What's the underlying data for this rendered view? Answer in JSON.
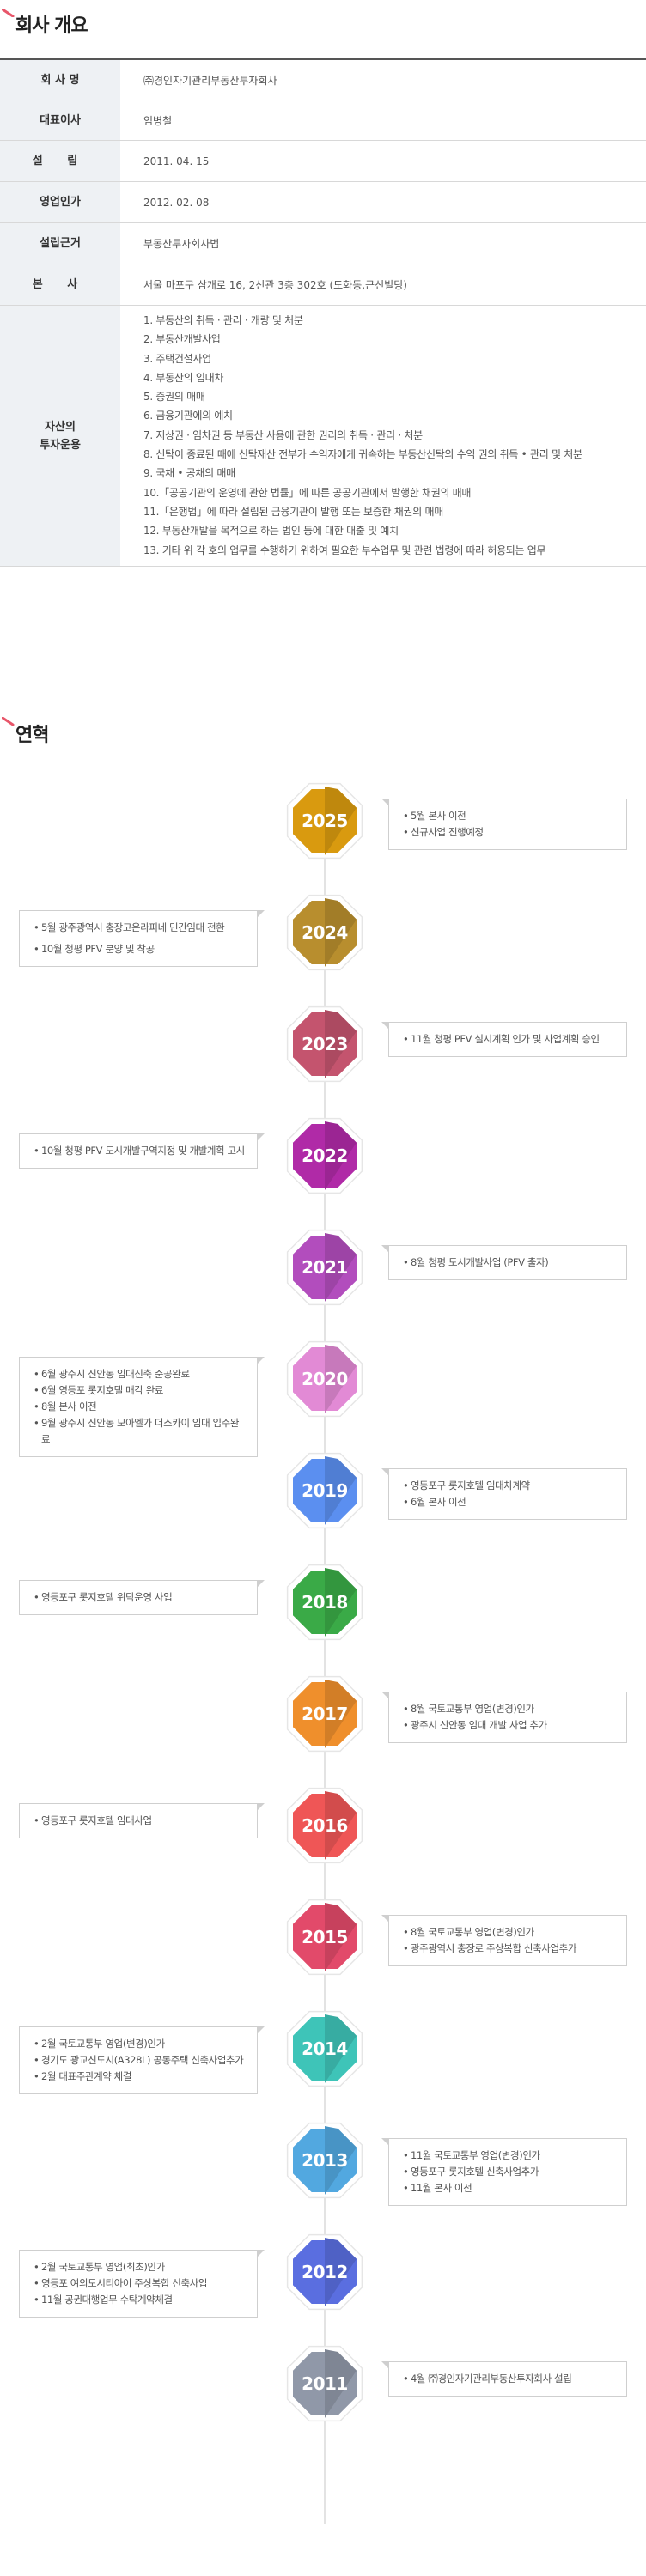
{
  "overview": {
    "title": "회사 개요",
    "rows": [
      {
        "label": "회 사 명",
        "value": "㈜경인자기관리부동산투자회사"
      },
      {
        "label": "대표이사",
        "value": "임병철"
      },
      {
        "label": "설 립",
        "value": "2011. 04. 15"
      },
      {
        "label": "영업인가",
        "value": "2012. 02. 08"
      },
      {
        "label": "설립근거",
        "value": "부동산투자회사법"
      },
      {
        "label": "본 사",
        "value": "서울 마포구 삼개로 16, 2신관 3층 302호 (도화동,근신빌딩)"
      }
    ],
    "asset": {
      "label_line1": "자산의",
      "label_line2": "투자운용",
      "items": [
        "1. 부동산의 취득 · 관리 · 개량 및 처분",
        "2. 부동산개발사업",
        "3. 주택건설사업",
        "4. 부동산의 임대차",
        "5. 증권의 매매",
        "6. 금융기관에의 예치",
        "7. 지상권 · 임차권 등 부동산 사용에 관한 권리의 취득 · 관리 · 처분",
        "8. 신탁이 종료된 때에 신탁재산 전부가 수익자에게 귀속하는 부동산신탁의 수익 권의 취득 • 관리 및 처분",
        "9. 국채 • 공채의 매매",
        "10.「공공기관의 운영에 관한 법률」에 따른 공공기관에서 발행한 채권의 매매",
        "11.「은행법」에 따라 설립된 금융기관이 발행 또는 보증한 채권의 매매",
        "12. 부동산개발을 목적으로 하는 법인 등에 대한 대출 및 예치",
        "13. 기타 위 각 호의 업무를 수행하기 위하여 필요한 부수업무 및 관련 법령에 따라 허용되는 업무"
      ]
    }
  },
  "history": {
    "title": "연혁",
    "years": [
      {
        "year": "2025",
        "color": "#d99a0f",
        "side": "right",
        "items": [
          "5월 본사 이전",
          "신규사업 진행예정"
        ]
      },
      {
        "year": "2024",
        "color": "#b88e2e",
        "side": "left",
        "items": [
          "5월 광주광역시 충장고은라피네 민간임대 전환",
          "10월 청평 PFV 분양 및 착공"
        ]
      },
      {
        "year": "2023",
        "color": "#c4546e",
        "side": "right",
        "items": [
          "11월 청평 PFV 실시계획 인가 및 사업계획 승인"
        ]
      },
      {
        "year": "2022",
        "color": "#b02aa7",
        "side": "left",
        "items": [
          "10월 청평 PFV 도시개발구역지정 및 개발계획 고시"
        ]
      },
      {
        "year": "2021",
        "color": "#b24dbd",
        "side": "right",
        "items": [
          "8월 청평 도시개발사업 (PFV 출자)"
        ]
      },
      {
        "year": "2020",
        "color": "#e28ad5",
        "side": "left",
        "items": [
          "6월 광주시 신안동 임대신축 준공완료",
          "6월 영등포 롯지호텔 매각 완료",
          "8월 본사 이전",
          "9월 광주시 신안동 모아엘가 더스카이 임대 입주완료"
        ]
      },
      {
        "year": "2019",
        "color": "#5b8ff0",
        "side": "right",
        "items": [
          "영등포구 롯지호텔 임대차계약",
          "6월 본사 이전"
        ]
      },
      {
        "year": "2018",
        "color": "#3aaa47",
        "side": "left",
        "items": [
          "영등포구 롯지호텔 위탁운영 사업"
        ]
      },
      {
        "year": "2017",
        "color": "#ef8f2c",
        "side": "right",
        "items": [
          "8월 국토교통부 영업(변경)인가",
          "광주시 신안동 임대 개발 사업 추가"
        ]
      },
      {
        "year": "2016",
        "color": "#ef5656",
        "side": "left",
        "items": [
          "영등포구 롯지호텔 임대사업"
        ]
      },
      {
        "year": "2015",
        "color": "#e24a6a",
        "side": "right",
        "items": [
          "8월 국토교통부 영업(변경)인가",
          "광주광역시 충장로 주상복합 신축사업추가"
        ]
      },
      {
        "year": "2014",
        "color": "#3ec4b8",
        "side": "left",
        "items": [
          "2월 국토교통부 영업(변경)인가",
          "경기도 광교신도시(A328L) 공동주택 신축사업추가",
          "2월 대표주관계약 체결"
        ]
      },
      {
        "year": "2013",
        "color": "#52a8e0",
        "side": "right",
        "items": [
          "11월 국토교통부 영업(변경)인가",
          "영등포구 롯지호텔 신축사업추가",
          "11월 본사 이전"
        ]
      },
      {
        "year": "2012",
        "color": "#5a6ee0",
        "side": "left",
        "items": [
          "2월 국토교통부 영업(최초)인가",
          "영등포 여의도시티아이 주상복합 신축사업",
          "11월 공권대행업무 수탁계약체결"
        ]
      },
      {
        "year": "2011",
        "color": "#9098a8",
        "side": "right",
        "items": [
          "4월 ㈜경인자기관리부동산투자회사 설립"
        ]
      }
    ]
  }
}
